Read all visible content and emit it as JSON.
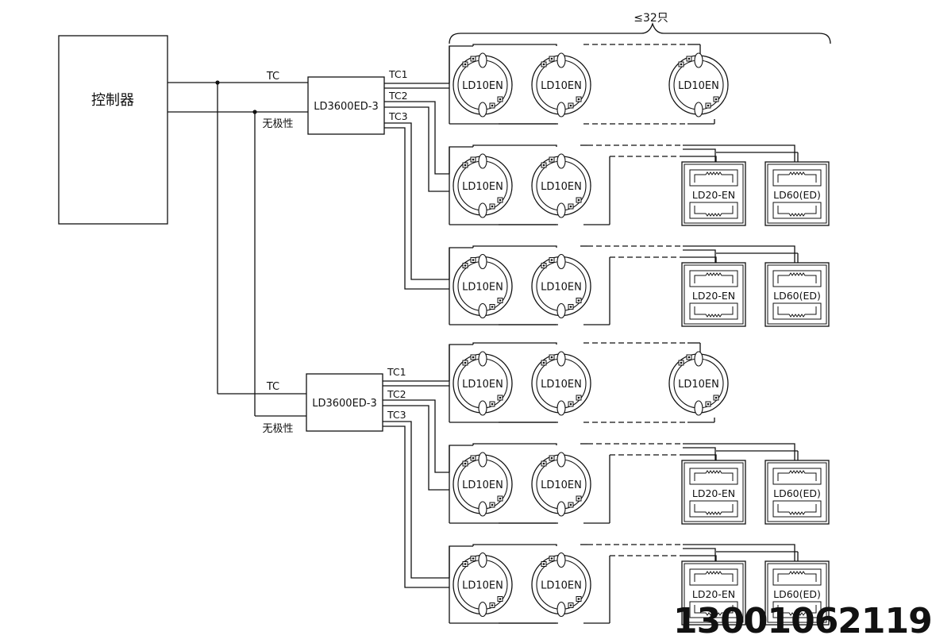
{
  "count_label": "≤32只",
  "controller": {
    "label": "控制器"
  },
  "bus": {
    "tc_label": "TC",
    "nonpolar_label": "无极性"
  },
  "modules": [
    {
      "label": "LD3600ED-3",
      "loops": [
        {
          "label": "TC1",
          "devices": [
            "LD10EN",
            "LD10EN",
            "LD10EN"
          ]
        },
        {
          "label": "TC2",
          "devices": [
            "LD10EN",
            "LD10EN"
          ],
          "extras": [
            "LD20-EN",
            "LD60(ED)"
          ]
        },
        {
          "label": "TC3",
          "devices": [
            "LD10EN",
            "LD10EN"
          ],
          "extras": [
            "LD20-EN",
            "LD60(ED)"
          ]
        }
      ]
    },
    {
      "label": "LD3600ED-3",
      "loops": [
        {
          "label": "TC1",
          "devices": [
            "LD10EN",
            "LD10EN",
            "LD10EN"
          ]
        },
        {
          "label": "TC2",
          "devices": [
            "LD10EN",
            "LD10EN"
          ],
          "extras": [
            "LD20-EN",
            "LD60(ED)"
          ]
        },
        {
          "label": "TC3",
          "devices": [
            "LD10EN",
            "LD10EN"
          ],
          "extras": [
            "LD20-EN",
            "LD60(ED)"
          ]
        }
      ]
    }
  ],
  "phone": "13001062119"
}
